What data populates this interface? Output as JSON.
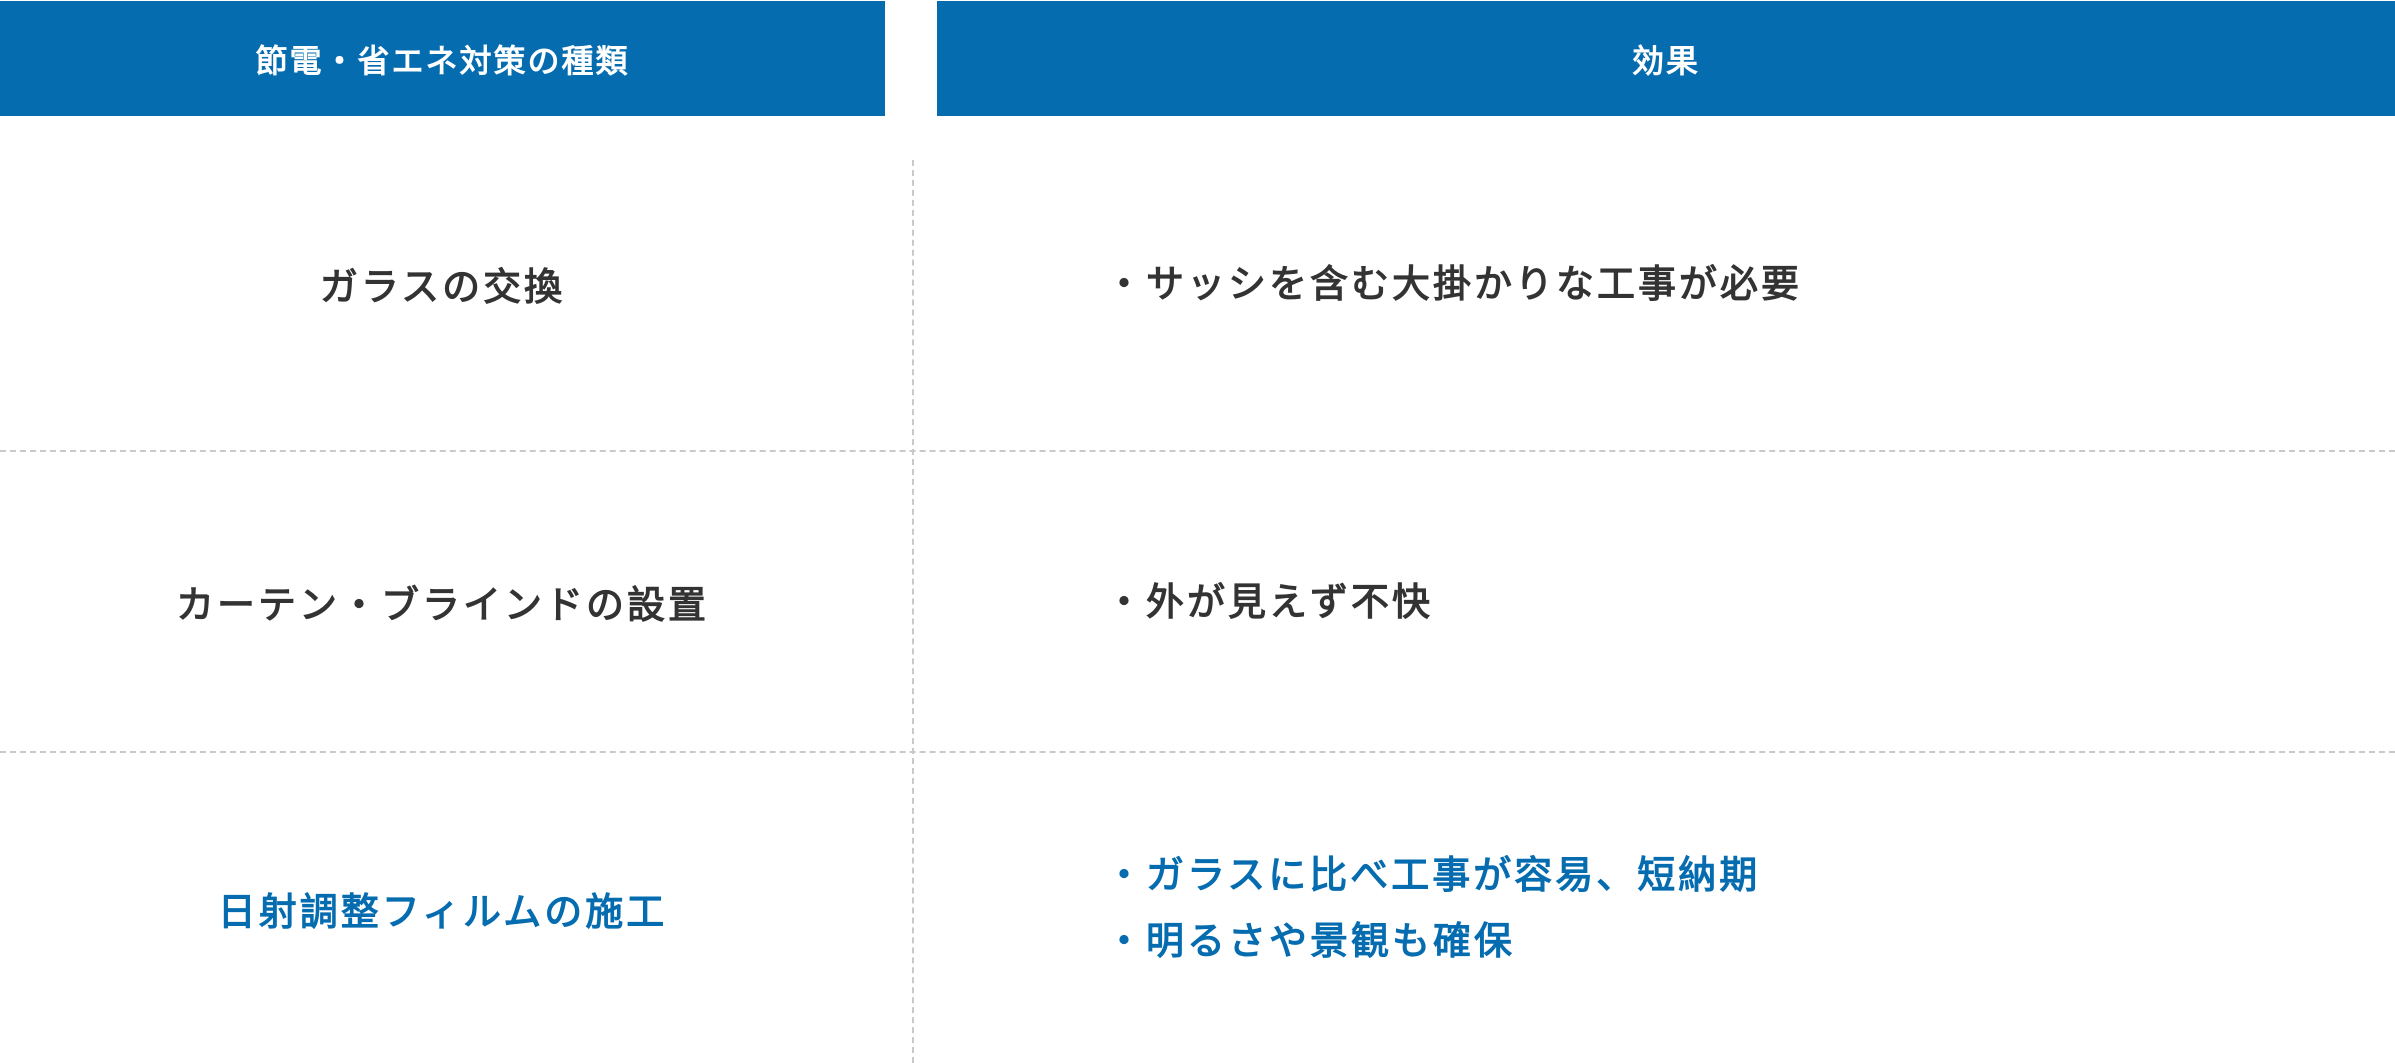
{
  "table": {
    "header": {
      "type_label": "節電・省エネ対策の種類",
      "effect_label": "効果"
    },
    "rows": [
      {
        "type": "ガラスの交換",
        "effects": [
          "・サッシを含む大掛かりな工事が必要"
        ]
      },
      {
        "type": "カーテン・ブラインドの設置",
        "effects": [
          "・外が見えず不快"
        ]
      },
      {
        "type": "日射調整フィルムの施工",
        "effects": [
          "・ガラスに比べ工事が容易、短納期",
          "・明るさや景観も確保"
        ]
      }
    ]
  },
  "colors": {
    "header_background": "#066cb0",
    "header_text": "#ffffff",
    "body_text": "#333333",
    "highlight_text": "#066cb0",
    "divider": "#c9c9c9"
  }
}
